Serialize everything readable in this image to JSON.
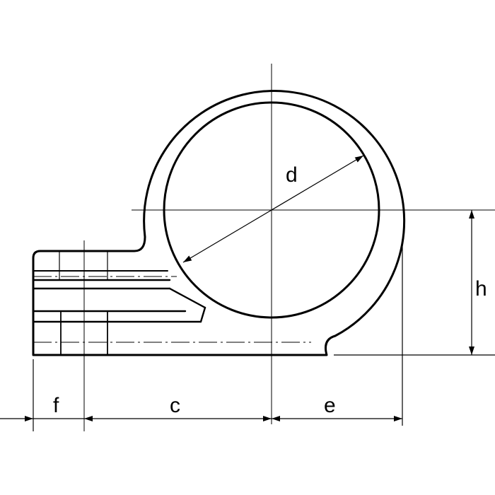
{
  "dimensions": {
    "d": "d",
    "h": "h",
    "f": "f",
    "c": "c",
    "e": "e"
  }
}
